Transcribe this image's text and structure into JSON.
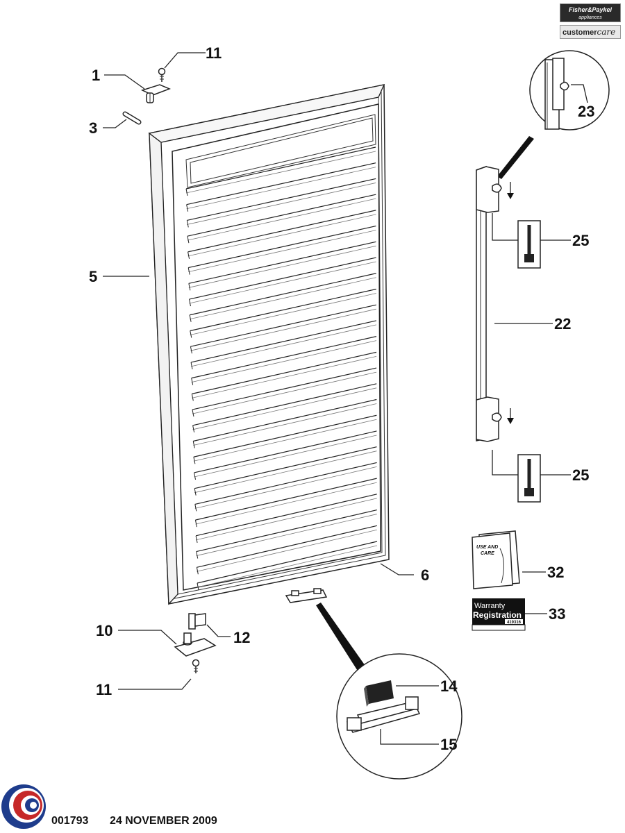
{
  "header": {
    "brand_line": "Fisher&Paykel",
    "brand_sub": "appliances",
    "customer": "customer",
    "care": "care"
  },
  "callouts": {
    "c1": "1",
    "c3": "3",
    "c5": "5",
    "c6": "6",
    "c10": "10",
    "c11_top": "11",
    "c11_bottom": "11",
    "c12": "12",
    "c14": "14",
    "c15": "15",
    "c22": "22",
    "c23": "23",
    "c25_top": "25",
    "c25_bottom": "25",
    "c32": "32",
    "c33": "33"
  },
  "manual": {
    "line1": "USE AND",
    "line2": "CARE"
  },
  "warranty": {
    "line1": "Warranty",
    "line2": "Registration",
    "code": "419316"
  },
  "footer": {
    "ref": "001793",
    "date": "24 NOVEMBER 2009"
  },
  "colors": {
    "line": "#222222",
    "logo_ring_red": "#c62828",
    "logo_ring_blue": "#1e3c8c"
  }
}
